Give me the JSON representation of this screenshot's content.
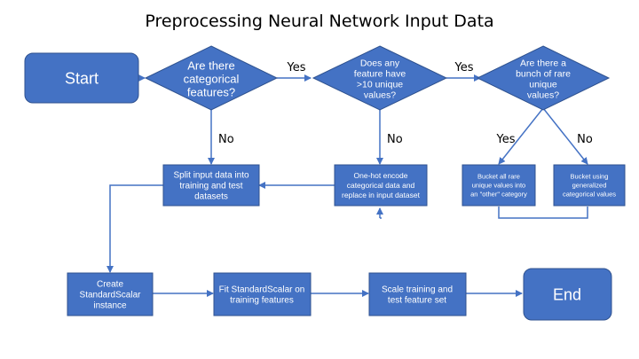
{
  "title": "Preprocessing Neural Network Input Data",
  "colors": {
    "fill": "#4472c4",
    "stroke": "#2f528f",
    "edge": "#4472c4",
    "text_on_shape": "#ffffff",
    "text": "#000000"
  },
  "nodes": {
    "start": {
      "lines": [
        "Start"
      ]
    },
    "q_categorical": {
      "lines": [
        "Are there",
        "categorical",
        "features?"
      ]
    },
    "q_unique": {
      "lines": [
        "Does any",
        "feature have",
        ">10 unique",
        "values?"
      ]
    },
    "q_rare": {
      "lines": [
        "Are there a",
        "bunch of rare",
        "unique",
        "values?"
      ]
    },
    "split": {
      "lines": [
        "Split input data into",
        "training and test",
        "datasets"
      ]
    },
    "onehot": {
      "lines": [
        "One-hot encode",
        "categorical data and",
        "replace in input dataset"
      ]
    },
    "bucket_other": {
      "lines": [
        "Bucket all rare",
        "unique values into",
        "an \"other\" category"
      ]
    },
    "bucket_general": {
      "lines": [
        "Bucket  using",
        "generalized",
        "categorical values"
      ]
    },
    "create_scaler": {
      "lines": [
        "Create",
        "StandardScalar",
        "instance"
      ]
    },
    "fit_scaler": {
      "lines": [
        "Fit StandardScalar on",
        "training features"
      ]
    },
    "scale_sets": {
      "lines": [
        "Scale training and",
        "test feature set"
      ]
    },
    "end": {
      "lines": [
        "End"
      ]
    }
  },
  "edge_labels": {
    "categorical_yes": "Yes",
    "categorical_no": "No",
    "unique_yes": "Yes",
    "unique_no": "No",
    "rare_yes": "Yes",
    "rare_no": "No"
  }
}
